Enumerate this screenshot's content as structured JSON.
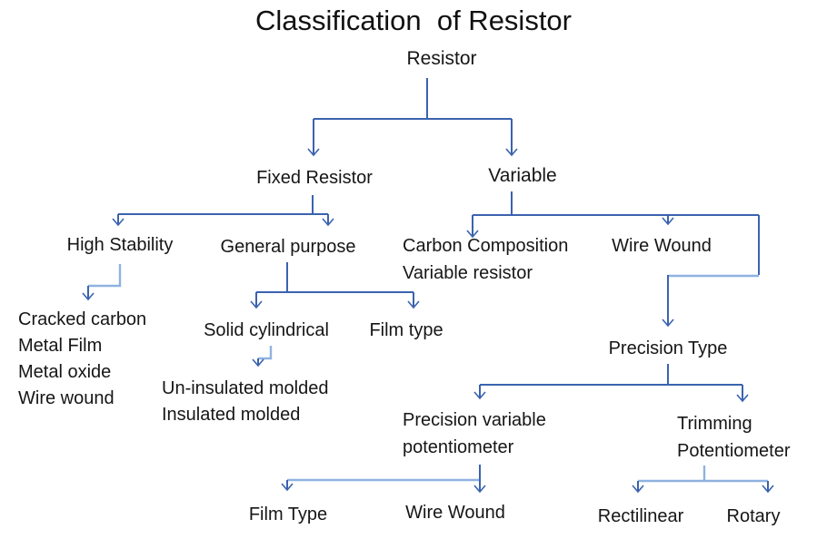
{
  "title": "Classification  of Resistor",
  "colors": {
    "connector_dark": "#3b63ae",
    "connector_light": "#8fb2e0",
    "text": "#161616",
    "background": "#ffffff"
  },
  "nodes": {
    "root": "Resistor",
    "fixed": "Fixed Resistor",
    "variable": "Variable",
    "high_stability": "High Stability",
    "general_purpose": "General purpose",
    "carbon_composition_line1": "Carbon Composition",
    "carbon_composition_line2": "Variable resistor",
    "wire_wound_variable": "Wire Wound",
    "high_stability_subtypes": [
      "Cracked carbon",
      "Metal Film",
      "Metal oxide",
      "Wire wound"
    ],
    "solid_cylindrical": "Solid cylindrical",
    "film_type_general": "Film type",
    "molded_subtypes": [
      "Un-insulated molded",
      "Insulated molded"
    ],
    "precision_type": "Precision Type",
    "precision_variable_line1": "Precision variable",
    "precision_variable_line2": "potentiometer",
    "trimming_line1": "Trimming",
    "trimming_line2": "Potentiometer",
    "film_type_precision": "Film Type",
    "wire_wound_precision": "Wire Wound",
    "rectilinear": "Rectilinear",
    "rotary": "Rotary"
  }
}
